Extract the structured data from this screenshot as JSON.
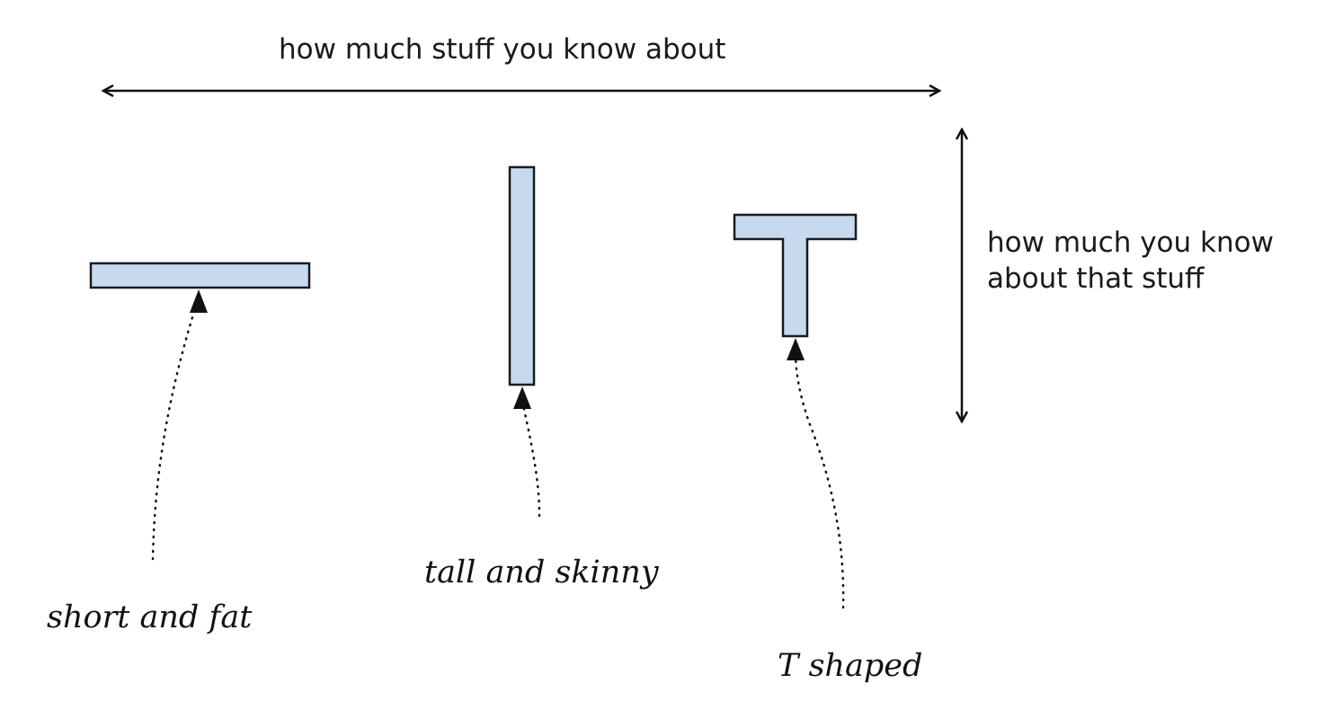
{
  "axes": {
    "horizontal_label": "how much stuff you know about",
    "vertical_label_line1": "how much you know",
    "vertical_label_line2": "about that stuff"
  },
  "shapes": {
    "short_and_fat": "short and fat",
    "tall_and_skinny": "tall and skinny",
    "t_shaped": "T shaped"
  },
  "colors": {
    "shape_fill": "#c6d9ef",
    "stroke": "#1a1a1a"
  }
}
